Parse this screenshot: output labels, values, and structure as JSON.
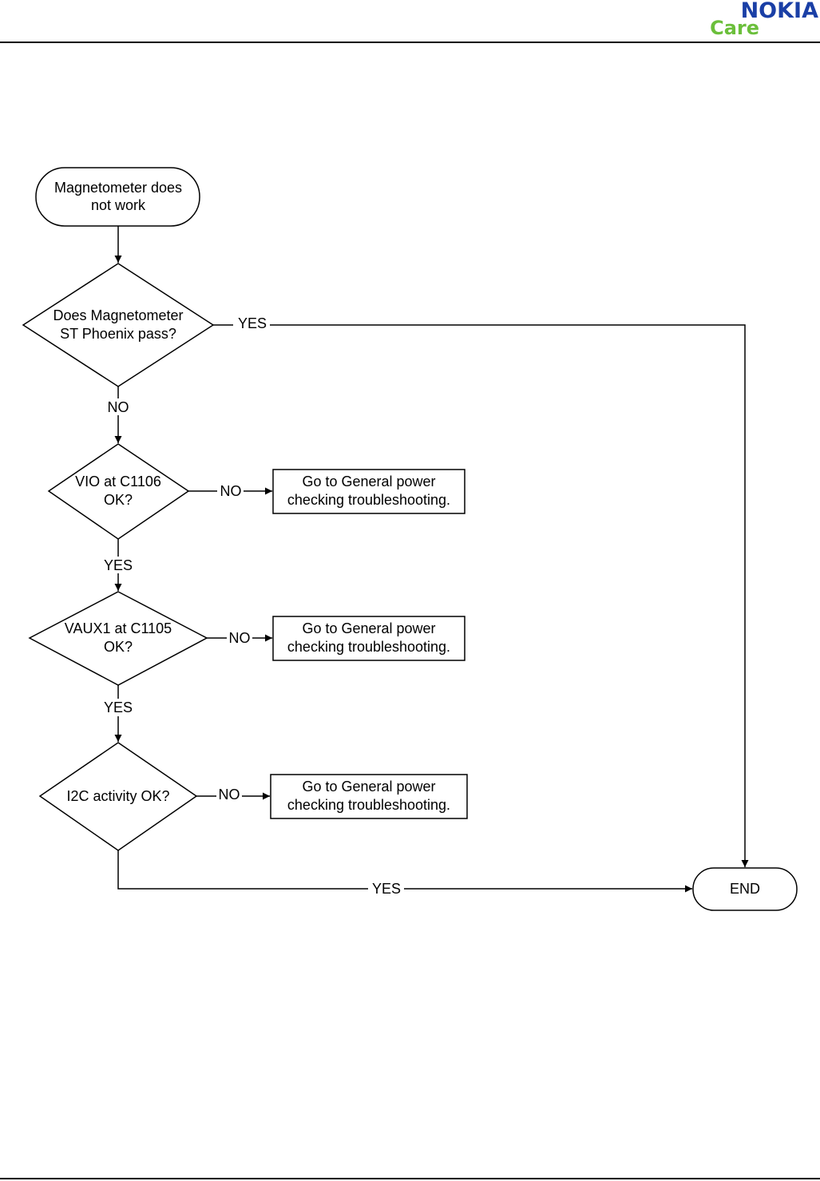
{
  "header": {
    "brand": "NOKIA",
    "sub_brand": "Care",
    "brand_color": "#1a3fa6",
    "sub_brand_color": "#6bbf3b"
  },
  "flow": {
    "start": [
      "Magnetometer does",
      "not work"
    ],
    "q1": [
      "Does Magnetometer",
      "ST Phoenix pass?"
    ],
    "q2": [
      "VIO at C1106",
      "OK?"
    ],
    "q3": [
      "VAUX1 at C1105",
      "OK?"
    ],
    "q4": "I2C activity OK?",
    "action": [
      "Go to General power",
      "checking troubleshooting."
    ],
    "end": "END",
    "yes": "YES",
    "no": "NO"
  }
}
